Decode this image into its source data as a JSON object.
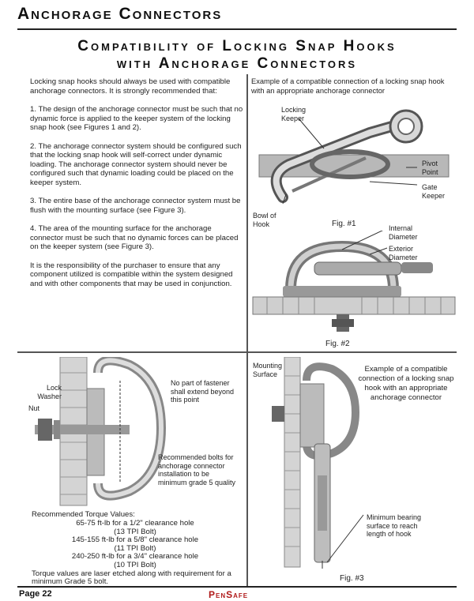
{
  "header": {
    "title": "Anchorage Connectors"
  },
  "main_title": {
    "line1": "Compatibility of Locking Snap Hooks",
    "line2": "with Anchorage Connectors"
  },
  "intro": {
    "lead": "Locking snap hooks should always be used with compatible anchorage connectors. It is strongly recommended that:",
    "p1": "1. The design of the anchorage connector must be such that no dynamic force is applied to the keeper system of the locking snap hook (see Figures 1 and 2).",
    "p2": "2. The anchorage connector system should be configured such that the locking snap hook will self-correct under dynamic loading. The anchorage connector system should never be configured such that dynamic loading could be placed on the keeper system.",
    "p3": "3. The entire base of the anchorage connector system must be flush with the mounting surface (see Figure 3).",
    "p4": "4. The area of the mounting surface for the anchorage connector must be such that no dynamic forces can be placed on the keeper system (see Figure 3).",
    "p5": "It is the responsibility of the purchaser to ensure that any component utilized is compatible within the system designed and with other components that may be used in conjunction."
  },
  "fig1": {
    "caption": "Example of a compatible connection of a locking snap hook with an appropriate anchorage connector",
    "locking_keeper": "Locking Keeper",
    "pivot_point": "Pivot Point",
    "gate_keeper": "Gate Keeper",
    "bowl_of_hook": "Bowl of Hook",
    "label": "Fig. #1"
  },
  "fig2": {
    "internal_diameter": "Internal Diameter",
    "exterior_diameter": "Exterior Diameter",
    "label": "Fig. #2"
  },
  "torque_panel": {
    "lock_washer": "Lock Washer",
    "nut": "Nut",
    "no_fastener": "No part of fastener shall extend beyond this point",
    "recommended_bolts": "Recommended bolts for anchorage connector installation to be minimum grade 5 quality",
    "torque_heading": "Recommended Torque Values:",
    "torque_rows": [
      {
        "value": "65-75 ft-lb for a 1/2\" clearance hole",
        "bolt": "(13 TPI Bolt)"
      },
      {
        "value": "145-155 ft-lb for a 5/8\" clearance hole",
        "bolt": "(11 TPI Bolt)"
      },
      {
        "value": "240-250 ft-lb for a 3/4\" clearance hole",
        "bolt": "(10 TPI Bolt)"
      }
    ],
    "note": "Torque values are laser etched along with requirement for a minimum Grade 5 bolt."
  },
  "fig3": {
    "mounting_surface": "Mounting Surface",
    "caption": "Example of a compatible connection of a locking snap hook with an appropriate anchorage connector",
    "min_bearing": "Minimum bearing surface to reach length of hook",
    "label": "Fig. #3"
  },
  "footer": {
    "page": "Page 22",
    "brand": "PenSafe"
  }
}
